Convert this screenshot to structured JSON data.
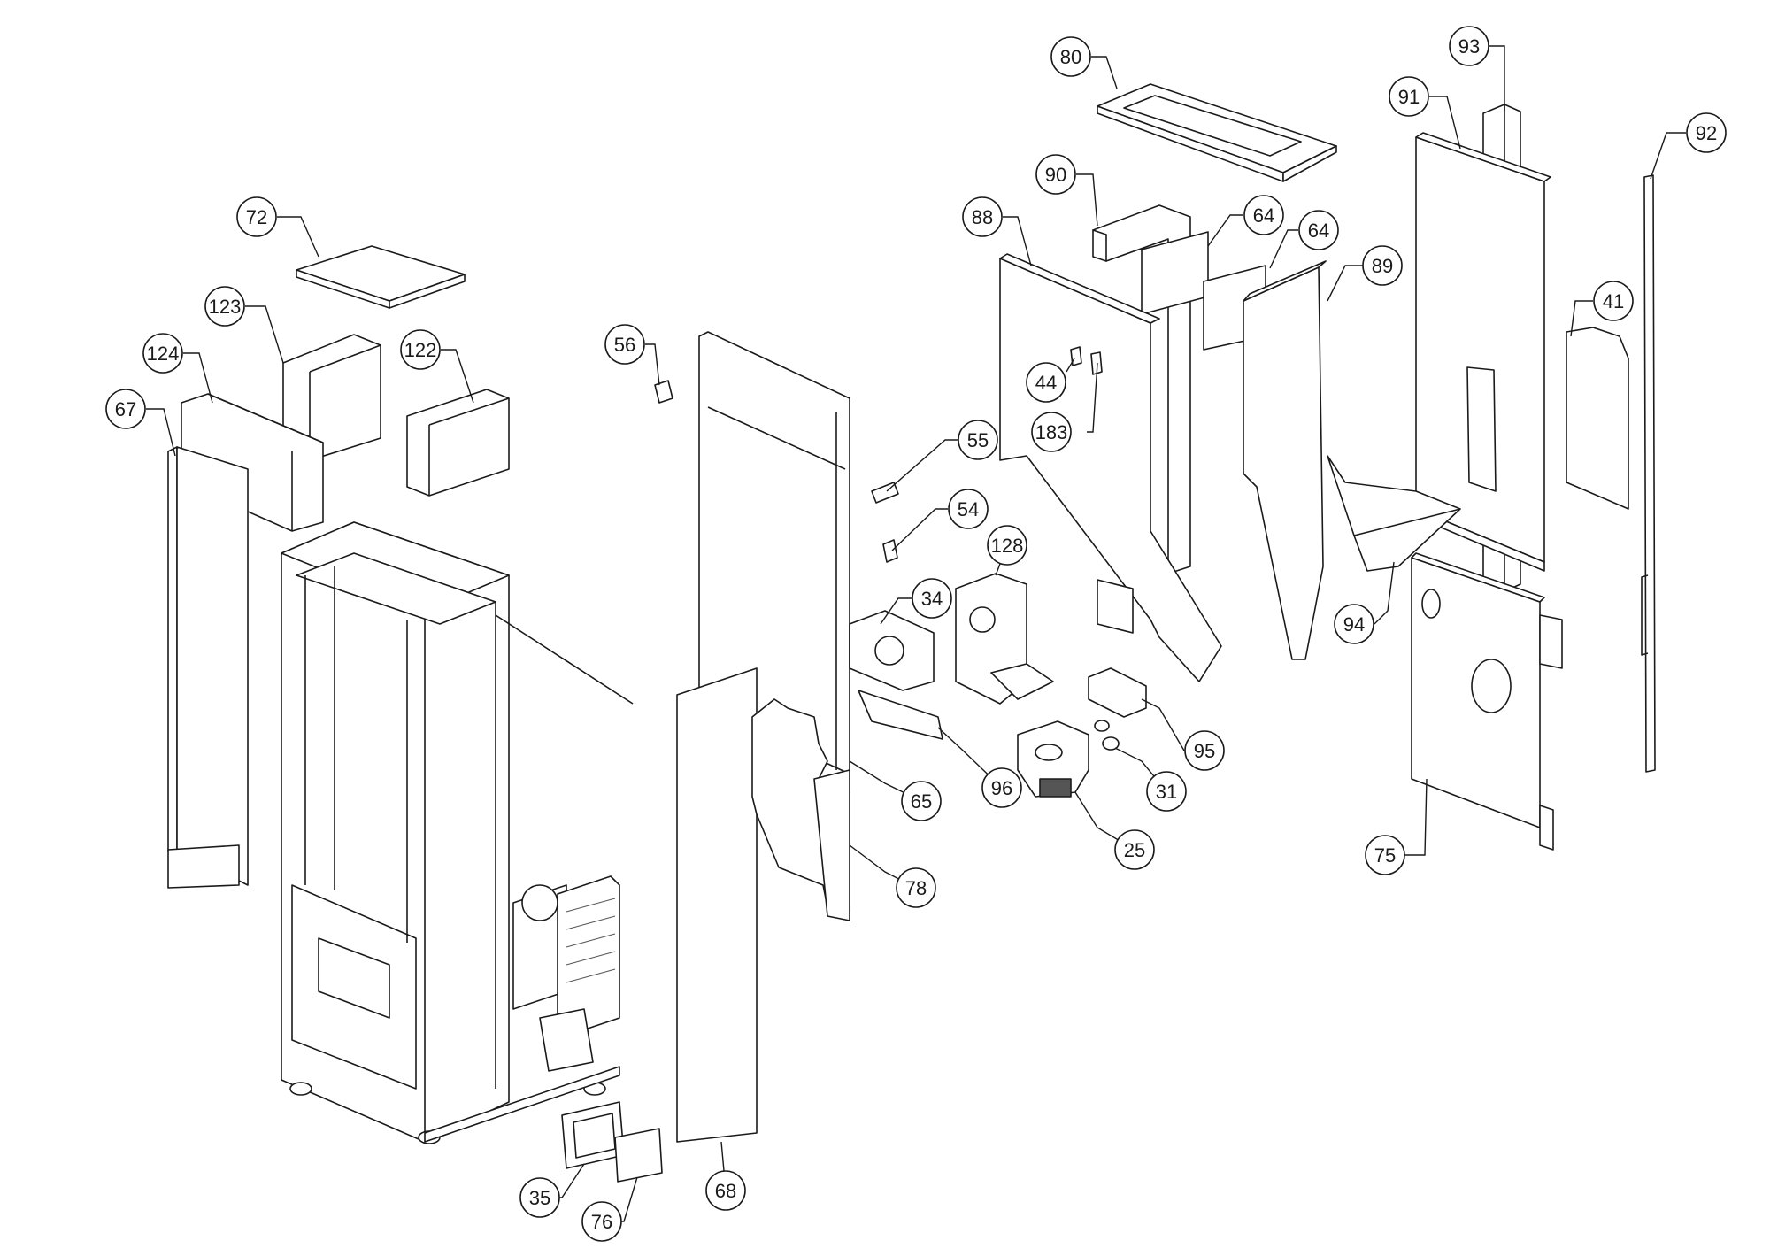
{
  "callouts": [
    {
      "id": "c80",
      "label": "80"
    },
    {
      "id": "c93",
      "label": "93"
    },
    {
      "id": "c91",
      "label": "91"
    },
    {
      "id": "c92",
      "label": "92"
    },
    {
      "id": "c90",
      "label": "90"
    },
    {
      "id": "c64a",
      "label": "64"
    },
    {
      "id": "c64b",
      "label": "64"
    },
    {
      "id": "c88",
      "label": "88"
    },
    {
      "id": "c89",
      "label": "89"
    },
    {
      "id": "c41",
      "label": "41"
    },
    {
      "id": "c72",
      "label": "72"
    },
    {
      "id": "c123",
      "label": "123"
    },
    {
      "id": "c124",
      "label": "124"
    },
    {
      "id": "c122",
      "label": "122"
    },
    {
      "id": "c67",
      "label": "67"
    },
    {
      "id": "c56",
      "label": "56"
    },
    {
      "id": "c44",
      "label": "44"
    },
    {
      "id": "c183",
      "label": "183"
    },
    {
      "id": "c55",
      "label": "55"
    },
    {
      "id": "c54",
      "label": "54"
    },
    {
      "id": "c128",
      "label": "128"
    },
    {
      "id": "c34",
      "label": "34"
    },
    {
      "id": "c94",
      "label": "94"
    },
    {
      "id": "c95",
      "label": "95"
    },
    {
      "id": "c96",
      "label": "96"
    },
    {
      "id": "c65",
      "label": "65"
    },
    {
      "id": "c31",
      "label": "31"
    },
    {
      "id": "c25",
      "label": "25"
    },
    {
      "id": "c78",
      "label": "78"
    },
    {
      "id": "c75",
      "label": "75"
    },
    {
      "id": "c35",
      "label": "35"
    },
    {
      "id": "c76",
      "label": "76"
    },
    {
      "id": "c68",
      "label": "68"
    }
  ],
  "style": {
    "line_color": "#1a1a1a",
    "fill": "#ffffff",
    "hatch": "#555555"
  }
}
